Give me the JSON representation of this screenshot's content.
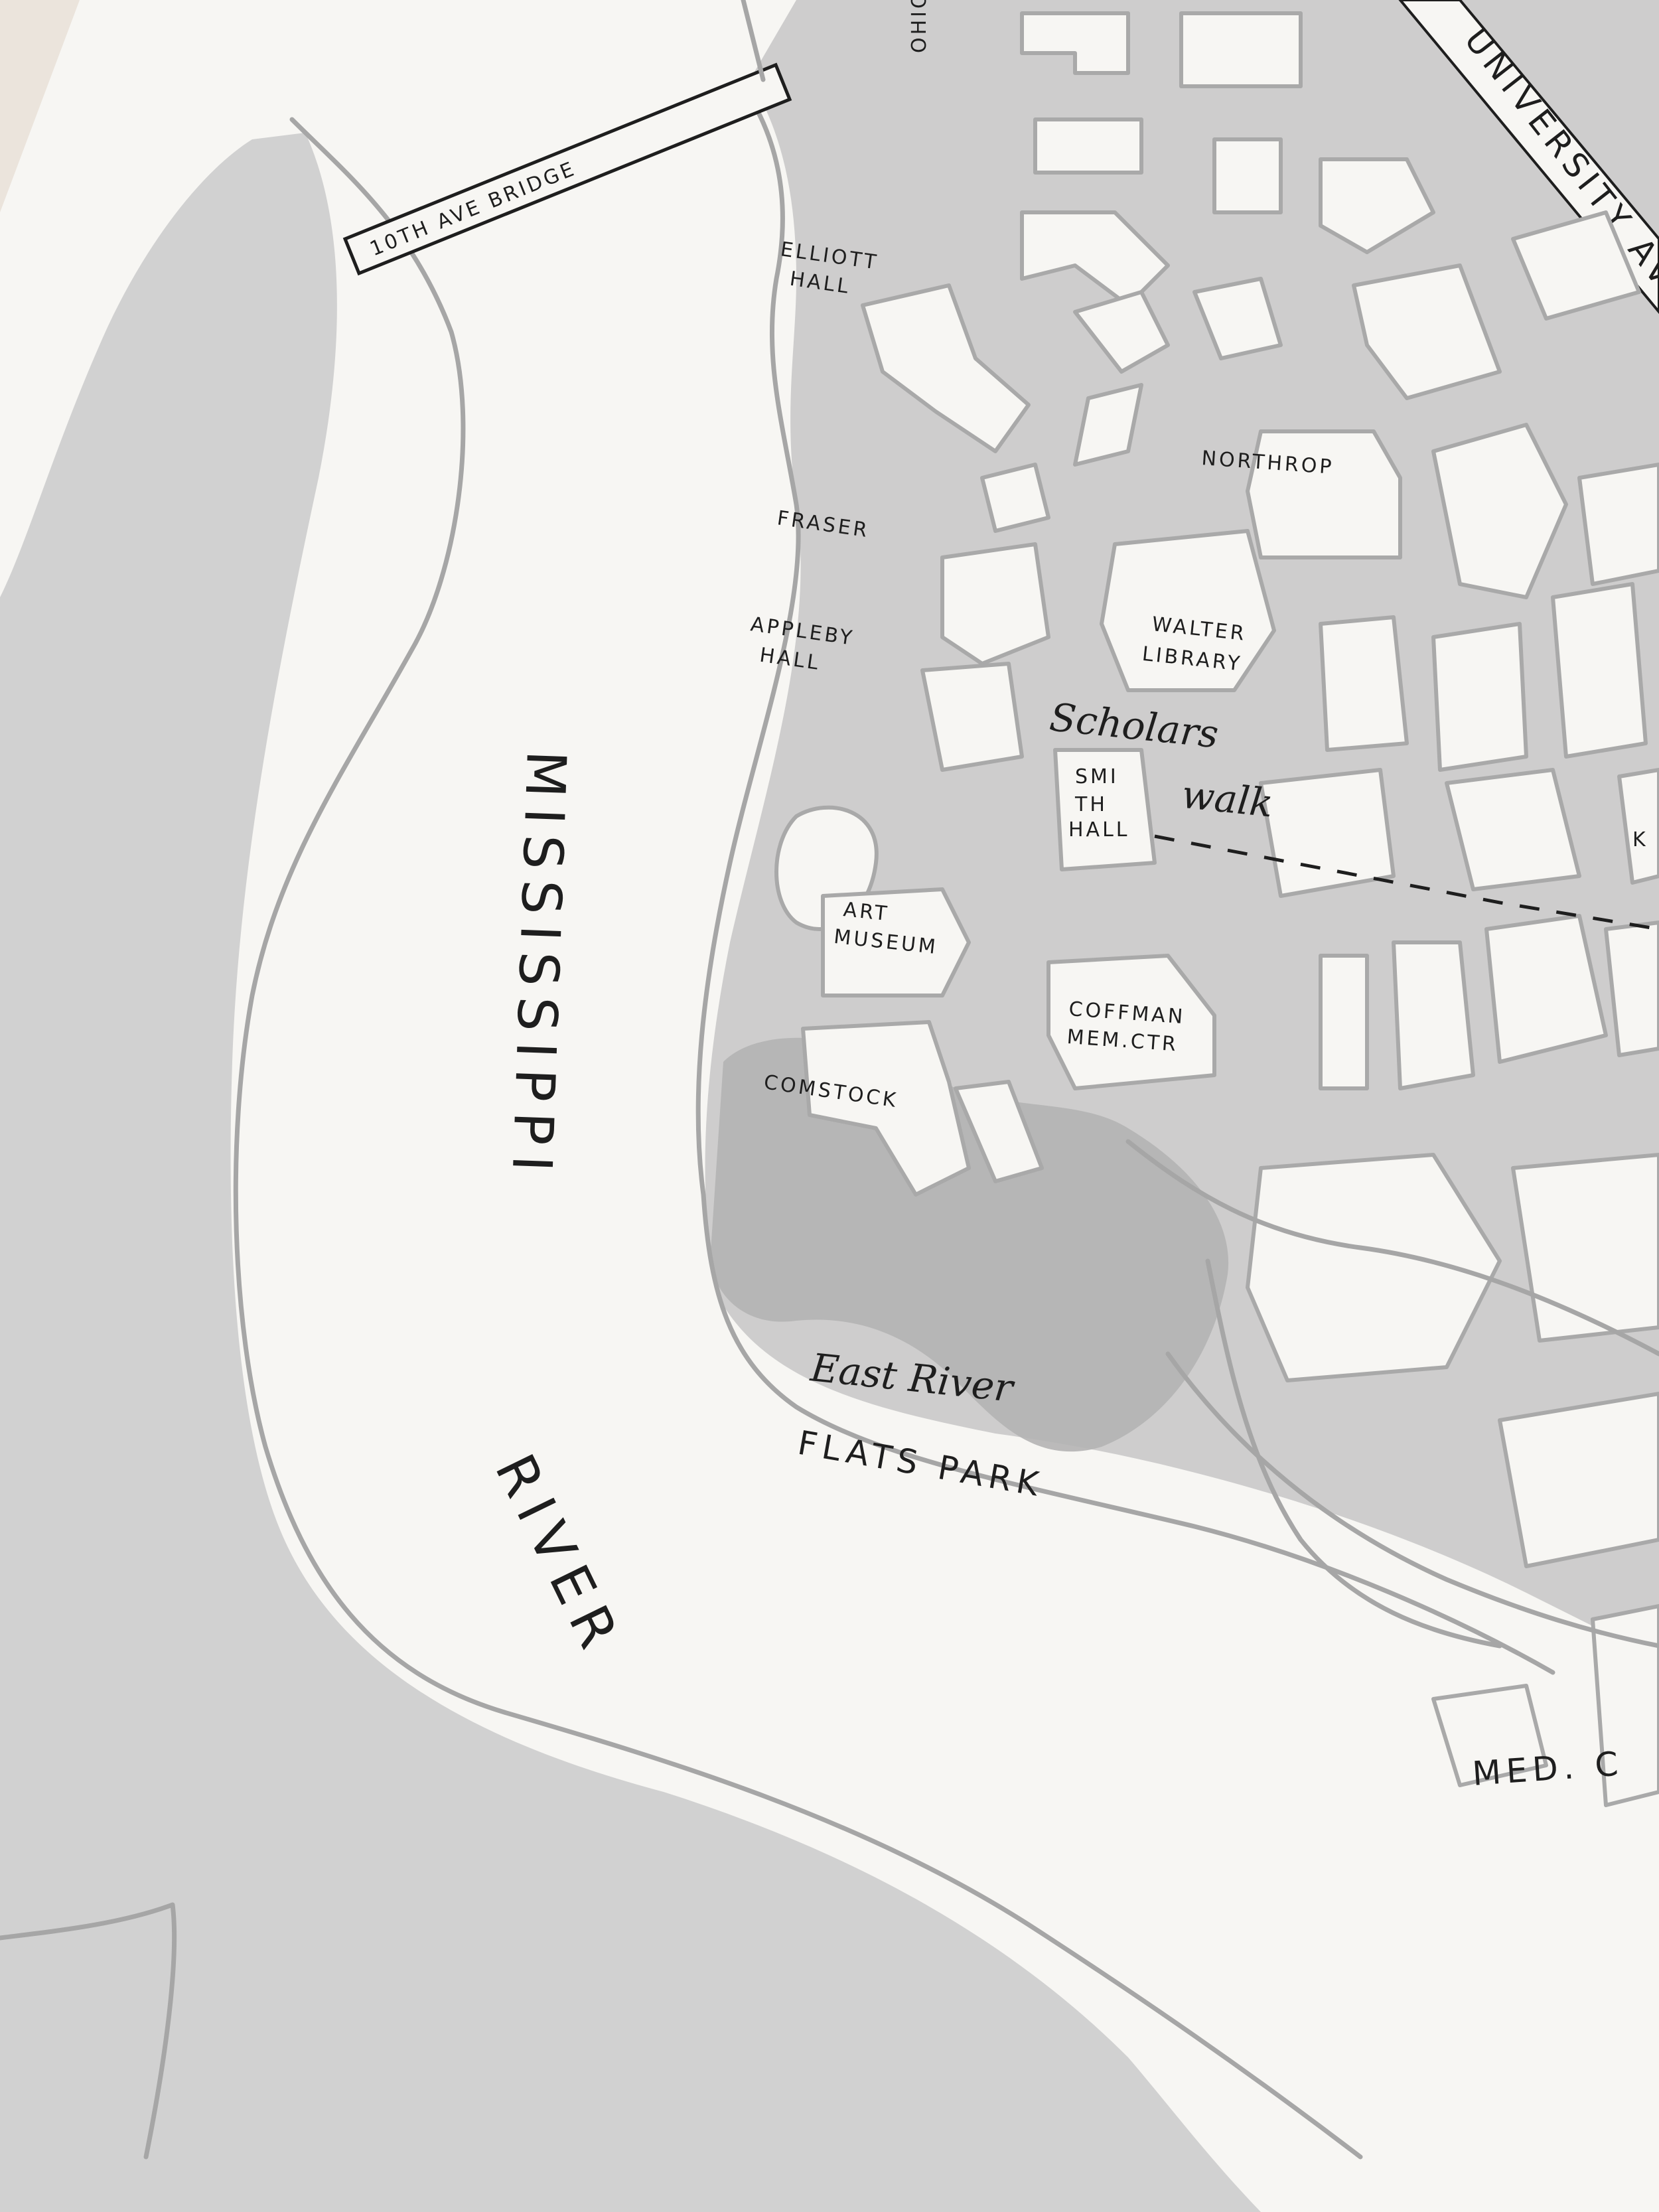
{
  "map": {
    "bridge": "10TH AVE BRIDGE",
    "road_top_left": "OHIO",
    "avenue": "UNIVERSITY AVE",
    "river_name_line1": "MISSISSIPPI",
    "river_name_line2": "RIVER",
    "park_script": "East River",
    "park_name": "FLATS PARK",
    "walk_line1": "Scholars",
    "walk_line2": "walk",
    "med": "MED. C",
    "buildings": {
      "elliott_1": "ELLIOTT",
      "elliott_2": "HALL",
      "northrop": "NORTHROP",
      "fraser": "FRASER",
      "appleby_1": "APPLEBY",
      "appleby_2": "HALL",
      "walter_1": "WALTER",
      "walter_2": "LIBRARY",
      "smith_1": "SMI",
      "smith_2": "TH",
      "smith_3": "HALL",
      "art_1": "ART",
      "art_2": "MUSEUM",
      "coffman_1": "COFFMAN",
      "coffman_2": "MEM.CTR",
      "comstock": "COMSTOCK",
      "k_edge": "K"
    }
  },
  "colors": {
    "paper": "#f7f6f3",
    "wash": "#c9c9c9",
    "wash_dark": "#b4b4b4",
    "foil": "#a6a6a6",
    "ink": "#1e1e1e"
  }
}
